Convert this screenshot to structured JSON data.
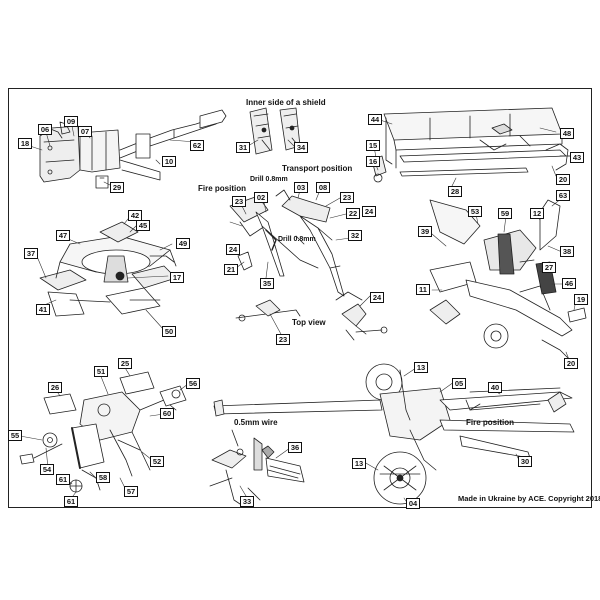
{
  "titles": {
    "shield_inner": "Inner side of a shield",
    "transport_position": "Transport position",
    "fire_position_left": "Fire position",
    "top_view": "Top view",
    "wire": "0.5mm wire",
    "fire_position_right": "Fire position"
  },
  "notes": {
    "drill_upper": "Drill 0.8mm",
    "drill_lower": "Drill 0.8mm"
  },
  "footer": "Made in Ukraine by ACE. Copyright 2018.",
  "part_labels": {
    "p06": "06",
    "p09": "09",
    "p18": "18",
    "p07": "07",
    "p62": "62",
    "p10": "10",
    "p29": "29",
    "p31": "31",
    "p34": "34",
    "p44": "44",
    "p48": "48",
    "p15": "15",
    "p16": "16",
    "p43": "43",
    "p20a": "20",
    "p28": "28",
    "p02": "02",
    "p03": "03",
    "p08": "08",
    "p23a": "23",
    "p23b": "23",
    "p22": "22",
    "p24a": "24",
    "p24b": "24",
    "p32": "32",
    "p21": "21",
    "p35": "35",
    "p23c": "23",
    "p24c": "24",
    "p42": "42",
    "p47": "47",
    "p45": "45",
    "p49": "49",
    "p37": "37",
    "p17": "17",
    "p41": "41",
    "p50": "50",
    "p63": "63",
    "p53": "53",
    "p59": "59",
    "p12": "12",
    "p39": "39",
    "p38": "38",
    "p27": "27",
    "p46": "46",
    "p11": "11",
    "p19": "19",
    "p20b": "20",
    "p26": "26",
    "p51": "51",
    "p25": "25",
    "p56": "56",
    "p60": "60",
    "p55": "55",
    "p52": "52",
    "p54": "54",
    "p61a": "61",
    "p58": "58",
    "p57": "57",
    "p61b": "61",
    "p36": "36",
    "p33": "33",
    "p13a": "13",
    "p05": "05",
    "p40": "40",
    "p30": "30",
    "p13b": "13",
    "p04": "04"
  }
}
